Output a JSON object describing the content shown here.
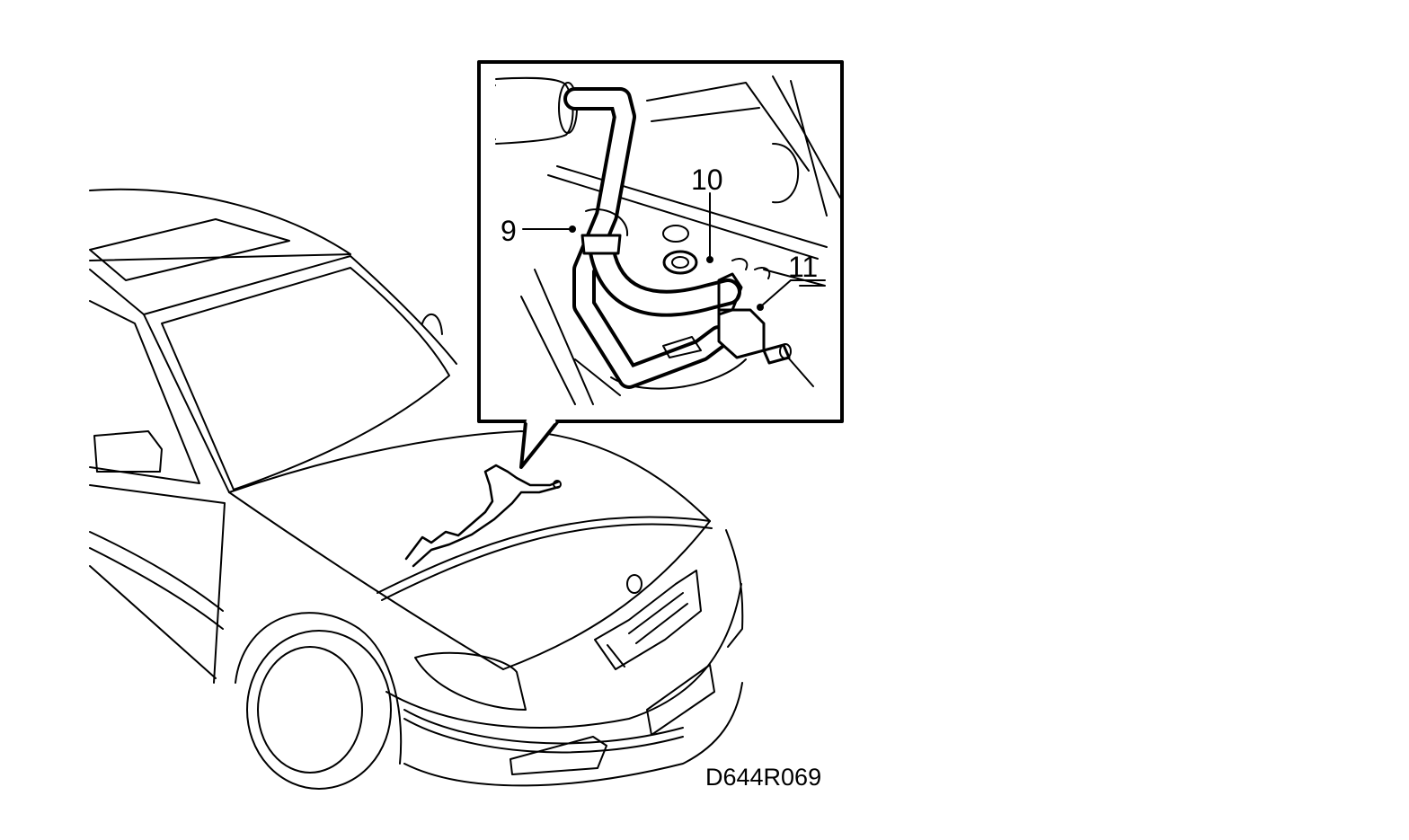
{
  "callouts": {
    "label_9": "9",
    "label_10": "10",
    "label_11": "11"
  },
  "figure_code": "D644R069",
  "colors": {
    "ink": "#000000",
    "paper": "#ffffff"
  },
  "icons": [
    "car-front-view",
    "detail-inset-frame",
    "coolant-hose"
  ]
}
